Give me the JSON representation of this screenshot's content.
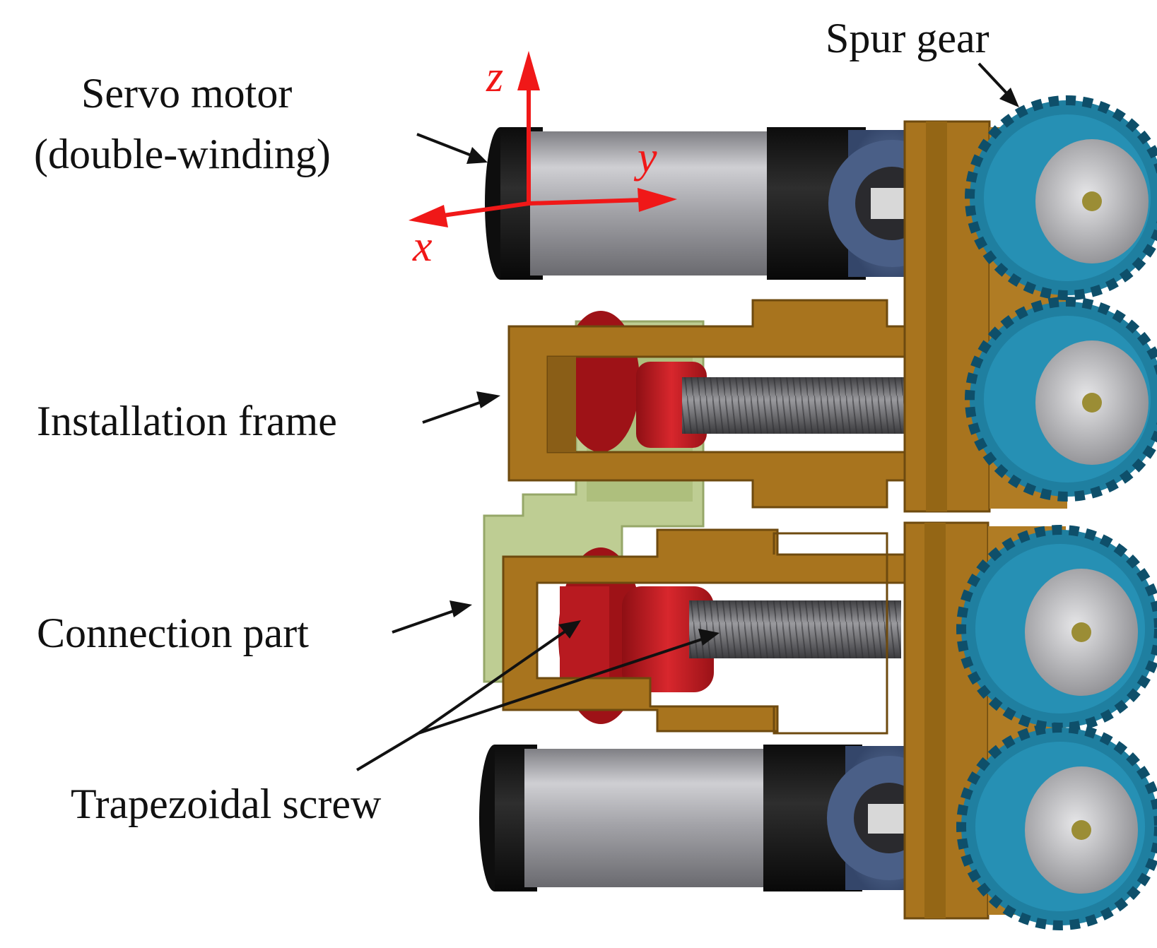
{
  "labels": {
    "spur_gear": "Spur gear",
    "servo_motor_line1": "Servo motor",
    "servo_motor_line2": "(double-winding)",
    "installation_frame": "Installation frame",
    "connection_part": "Connection part",
    "trapezoidal_screw": "Trapezoidal screw"
  },
  "axes": {
    "x": "x",
    "y": "y",
    "z": "z"
  },
  "colors": {
    "frame": "#a8741e",
    "gear": "#1f7fa0",
    "nut": "#c41e24",
    "connection_part": "#b9c98a",
    "motor_body": "#a9a9ae",
    "motor_cap": "#1a1a1a",
    "screw": "#6d6d70",
    "axis_arrow": "#f01818"
  }
}
